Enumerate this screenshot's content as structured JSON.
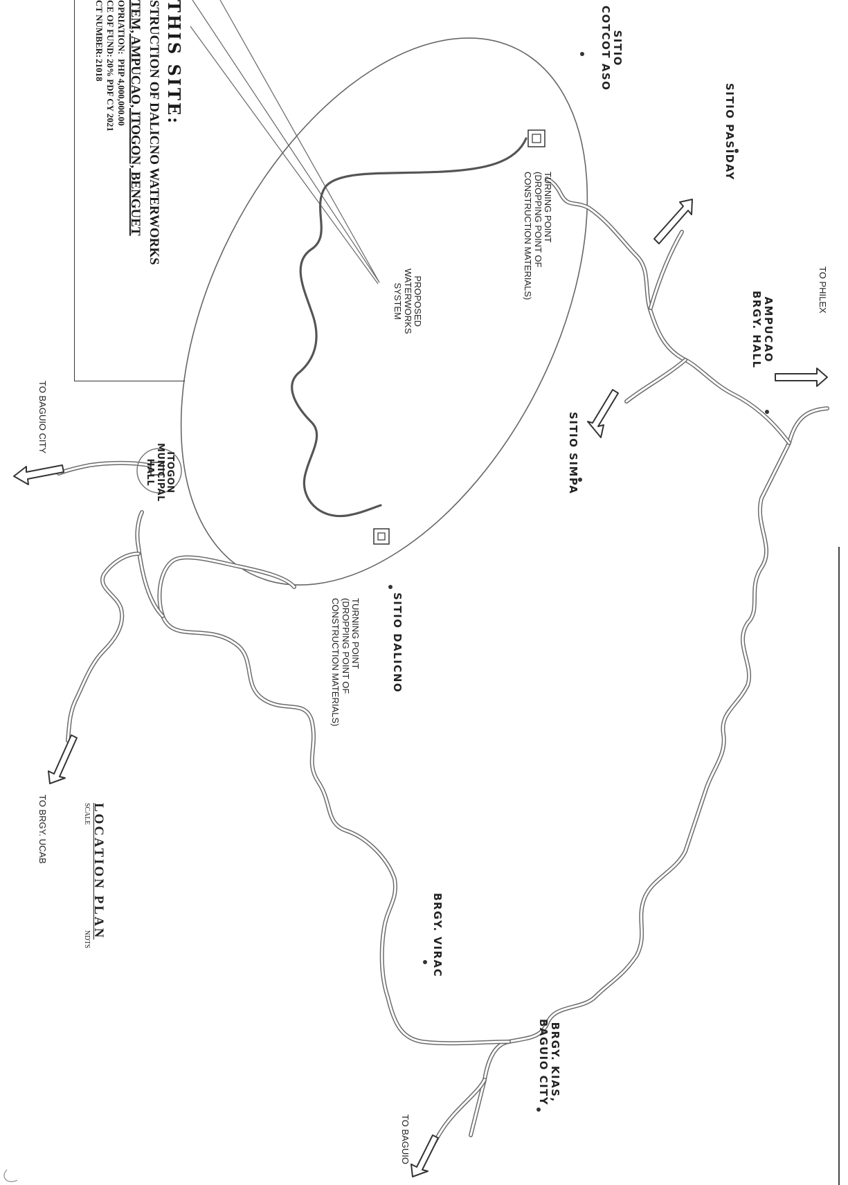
{
  "map": {
    "title_block": {
      "heading": "THIS SITE:",
      "project_line1": "STRUCTION OF DALICNO WATERWORKS",
      "project_line2": "TEM, AMPUCAO, ITOGON, BENGUET",
      "appropriation_label": "OPRIATION:",
      "appropriation_value": "PHP 4,000,000.00",
      "fund_label": "CE OF FUND:",
      "fund_value": "20% PDF CY 2021",
      "contract_label": "CT NUMBER:",
      "contract_value": "21018"
    },
    "legend": {
      "title": "LOCATION PLAN",
      "scale_label": "SCALE",
      "scale_value": "NDTS"
    },
    "places": {
      "cotcot_line1": "SITIO",
      "cotcot_line2": "COTCOT ASO",
      "pasiday": "SITIO PASIDAY",
      "philex": "TO PHILEX",
      "ampucao_line1": "AMPUCAO",
      "ampucao_line2": "BRGY. HALL",
      "simpa": "SITIO SIMPA",
      "turning_top_line1": "TURNING POINT",
      "turning_top_line2": "(DROPPING POINT OF",
      "turning_top_line3": "CONSTRUCTION MATERIALS)",
      "proposed_line1": "PROPOSED",
      "proposed_line2": "WATERWORKS",
      "proposed_line3": "SYSTEM",
      "dalicno": "SITIO DALICNO",
      "turning_bottom_line1": "TURNING POINT",
      "turning_bottom_line2": "(DROPPING POINT OF",
      "turning_bottom_line3": "CONSTRUCTION MATERIALS)",
      "municipal_line1": "ITOGON",
      "municipal_line2": "MUNICIPAL",
      "municipal_line3": "HALL",
      "baguio_city_left": "TO BAGUIO CITY",
      "ucab": "TO BRGY. UCAB",
      "virac": "BRGY. VIRAC",
      "kias_line1": "BRGY. KIAS,",
      "kias_line2": "BAGUIO CITY",
      "baguio_bottom": "TO BAGUIO"
    }
  }
}
